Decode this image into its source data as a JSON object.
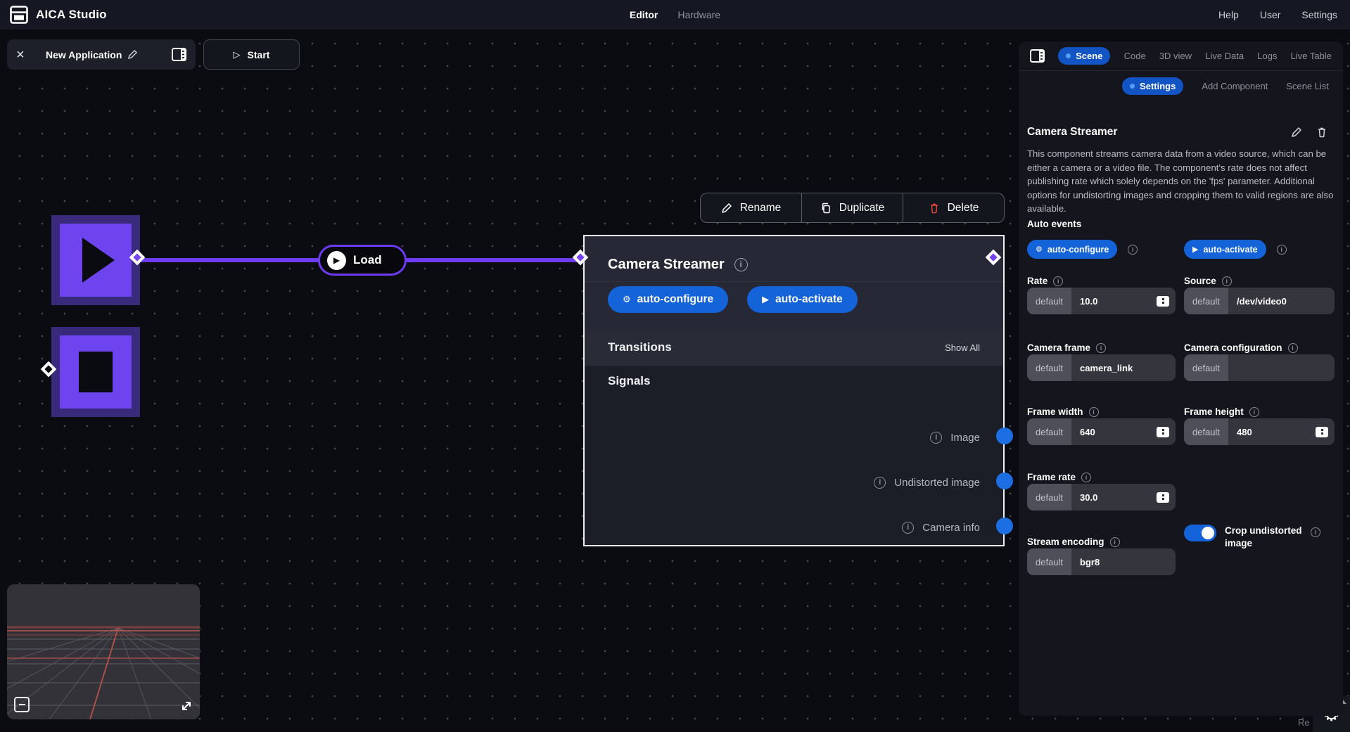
{
  "app": {
    "title": "AICA Studio",
    "nav": {
      "editor": "Editor",
      "hardware": "Hardware"
    },
    "right_nav": {
      "help": "Help",
      "user": "User",
      "settings": "Settings"
    }
  },
  "toolbar": {
    "app_name": "New Application",
    "start_label": "Start"
  },
  "icons": {
    "gear": "⚙",
    "play": "▶",
    "play_outline": "▷",
    "close": "×"
  },
  "colors": {
    "accent_blue": "#1463d9",
    "accent_purple": "#6c3bf2",
    "port_blue": "#1d6ee2",
    "delete_red": "#e0483e"
  },
  "canvas": {
    "edge_label": "Load",
    "context_menu": {
      "rename": "Rename",
      "duplicate": "Duplicate",
      "delete": "Delete"
    },
    "node": {
      "title": "Camera Streamer",
      "auto_configure": "auto-configure",
      "auto_activate": "auto-activate",
      "transitions_title": "Transitions",
      "show_all": "Show All",
      "signals_title": "Signals",
      "signals": [
        "Image",
        "Undistorted image",
        "Camera info"
      ]
    }
  },
  "sidebar": {
    "tabs": [
      {
        "label": "Scene",
        "active": true
      },
      {
        "label": "Code"
      },
      {
        "label": "3D view"
      },
      {
        "label": "Live Data"
      },
      {
        "label": "Logs"
      },
      {
        "label": "Live Table"
      }
    ],
    "subtabs": [
      {
        "label": "Settings",
        "active": true
      },
      {
        "label": "Add Component"
      },
      {
        "label": "Scene List"
      }
    ],
    "component": {
      "title": "Camera Streamer",
      "description": "This component streams camera data from a video source, which can be either a camera or a video file. The component's rate does not affect publishing rate which solely depends on the 'fps' parameter. Additional options for undistorting images and cropping them to valid regions are also available.",
      "auto_events_label": "Auto events",
      "auto_configure": "auto-configure",
      "auto_activate": "auto-activate",
      "fields": [
        {
          "label": "Rate",
          "prefix": "default",
          "value": "10.0"
        },
        {
          "label": "Source",
          "prefix": "default",
          "value": "/dev/video0"
        },
        {
          "label": "Camera frame",
          "prefix": "default",
          "value": "camera_link"
        },
        {
          "label": "Camera configuration",
          "prefix": "default",
          "value": ""
        },
        {
          "label": "Frame width",
          "prefix": "default",
          "value": "640"
        },
        {
          "label": "Frame height",
          "prefix": "default",
          "value": "480"
        },
        {
          "label": "Frame rate",
          "prefix": "default",
          "value": "30.0"
        },
        {
          "label": "Stream encoding",
          "prefix": "default",
          "value": "bgr8"
        }
      ],
      "toggle": {
        "label": "Crop undistorted image",
        "on": true
      }
    }
  },
  "misc": {
    "clipped_text": "Re"
  }
}
